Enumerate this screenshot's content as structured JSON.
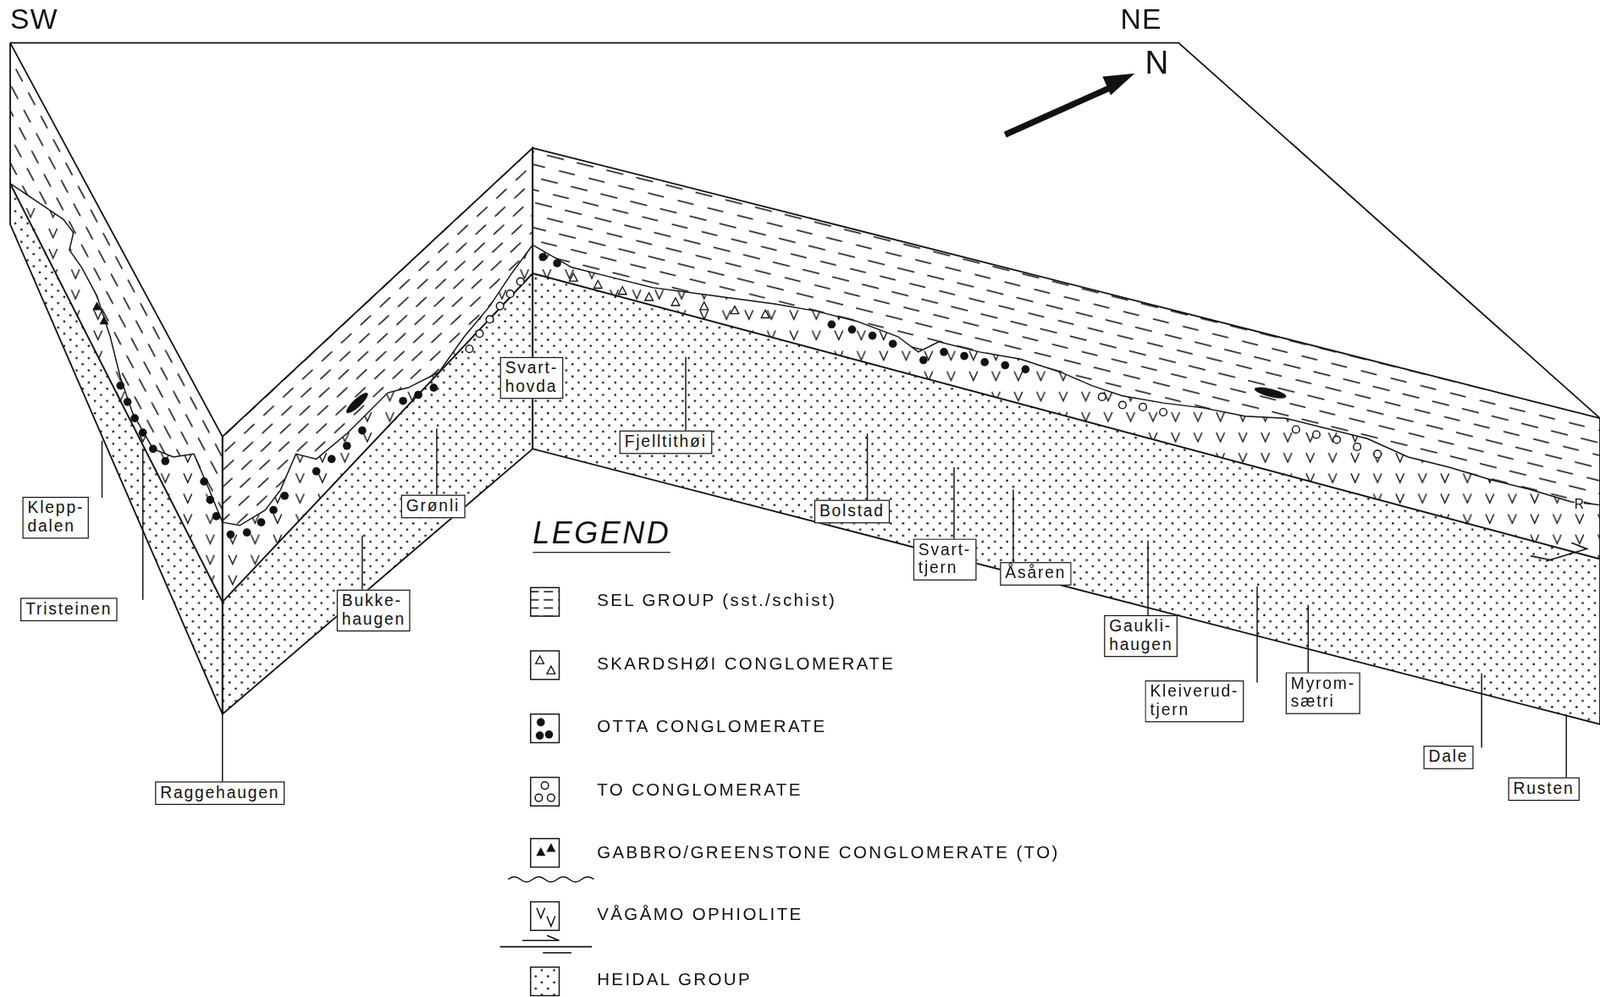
{
  "diagram": {
    "nodes": [
      {
        "text": [
          "Klepp- dalen"
        ]
      },
      {
        "text": [
          "Tristeinen"
        ]
      },
      {
        "text": [
          "Raggehaugen"
        ]
      },
      {
        "text": [
          "Bukke- haugen"
        ]
      },
      {
        "text": [
          "Grønli"
        ]
      },
      {
        "text": [
          "Svart- hovda"
        ]
      },
      {
        "text": [
          "Fjelltithøi"
        ]
      },
      {
        "text": [
          "Bolstad"
        ]
      },
      {
        "text": [
          "Svart- tjern"
        ]
      },
      {
        "text": [
          "Åsåren"
        ]
      },
      {
        "text": [
          "Gaukli- haugen"
        ]
      },
      {
        "text": [
          "Kleiverud- tjern"
        ]
      },
      {
        "text": [
          "Myrom- sætri"
        ]
      },
      {
        "text": [
          "Dale"
        ]
      },
      {
        "text": [
          "Rusten"
        ]
      }
    ],
    "labels": [
      "SW",
      "NE",
      "N",
      "R",
      "LEGEND"
    ],
    "legend": [
      {
        "text": "SEL GROUP (sst./schist)"
      },
      {
        "text": "SKARDSHØI CONGLOMERATE"
      },
      {
        "text": "OTTA CONGLOMERATE"
      },
      {
        "text": "TO CONGLOMERATE"
      },
      {
        "text": "GABBRO/GREENSTONE CONGLOMERATE (TO)"
      },
      {
        "text": "VÅGÅMO OPHIOLITE"
      },
      {
        "text": "HEIDAL GROUP"
      }
    ]
  }
}
